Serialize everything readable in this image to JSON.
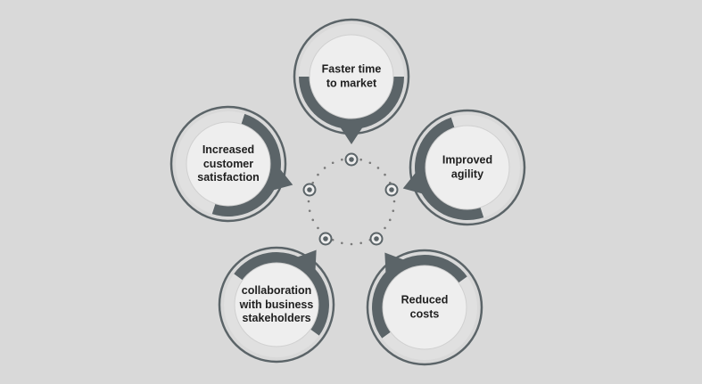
{
  "colors": {
    "background": "#d9d9d9",
    "dark": "#5b6468",
    "ring": "#5b6468",
    "light_band": "#e0e0e0",
    "disc": "#eeeeee",
    "dots": "#7a7a7a",
    "text": "#1f1f1f"
  },
  "center": {
    "dotted_circle": true
  },
  "items": [
    {
      "id": "faster-time-to-market",
      "lines": [
        "Faster time",
        "to market"
      ]
    },
    {
      "id": "improved-agility",
      "lines": [
        "Improved",
        "agility"
      ]
    },
    {
      "id": "reduced-costs",
      "lines": [
        "Reduced",
        "costs"
      ]
    },
    {
      "id": "collaboration-with-business-stakeholders",
      "lines": [
        "collaboration",
        "with business",
        "stakeholders"
      ]
    },
    {
      "id": "increased-customer-satisfaction",
      "lines": [
        "Increased",
        "customer",
        "satisfaction"
      ]
    }
  ]
}
